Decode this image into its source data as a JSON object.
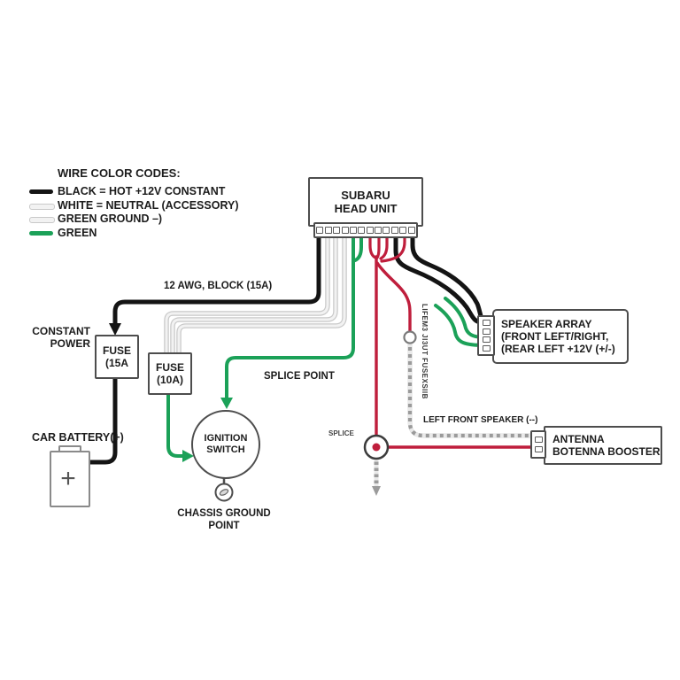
{
  "colors": {
    "black": "#141414",
    "white_core": "#f2f2f2",
    "white_edge": "#c9c9c9",
    "green": "#1ba158",
    "red": "#bf1e3c",
    "twist": "#9b9b9b",
    "twist_hi": "#e9e9e9",
    "circle_edge": "#7a7a7a"
  },
  "legend": {
    "title": "WIRE COLOR CODES:",
    "items": [
      {
        "label": "BLACK = HOT +12V CONSTANT",
        "swatch": "black"
      },
      {
        "label": "WHITE = NEUTRAL (ACCESSORY)",
        "swatch": "light"
      },
      {
        "label": "GREEN GROUND –)",
        "swatch": "light"
      },
      {
        "label": "GREEN",
        "swatch": "green"
      }
    ]
  },
  "head_unit": {
    "line1": "SUBARU",
    "line2": "HEAD UNIT",
    "pin_count": 12
  },
  "speaker_array": {
    "line1": "SPEAKER ARRAY",
    "line2": "(FRONT LEFT/RIGHT,",
    "line3": "(REAR LEFT +12V (+/-)",
    "pin_count": 4
  },
  "antenna": {
    "line1": "ANTENNA",
    "line2": "BOTENNA BOOSTER",
    "pin_count": 2
  },
  "fuse_15a": {
    "line1": "FUSE",
    "line2": "(15A"
  },
  "fuse_10a": {
    "line1": "FUSE",
    "line2": "(10A)"
  },
  "ignition": {
    "line1": "IGNITION",
    "line2": "SWITCH"
  },
  "battery": {
    "label": "CAR BATTERY(+)",
    "plus": "+"
  },
  "labels": {
    "constant_power_line1": "CONSTANT",
    "constant_power_line2": "POWER",
    "awg": "12 AWG, BLOCK (15A)",
    "splice_point": "SPLICE POINT",
    "splice_small": "SPLICE",
    "left_front_speaker": "LEFT FRONT SPEAKER (--)",
    "chassis_ground_line1": "CHASSIS GROUND",
    "chassis_ground_line2": "POINT",
    "rotated_wire_text": "LIFEM3 JI3UT FUSEXSIIB"
  }
}
